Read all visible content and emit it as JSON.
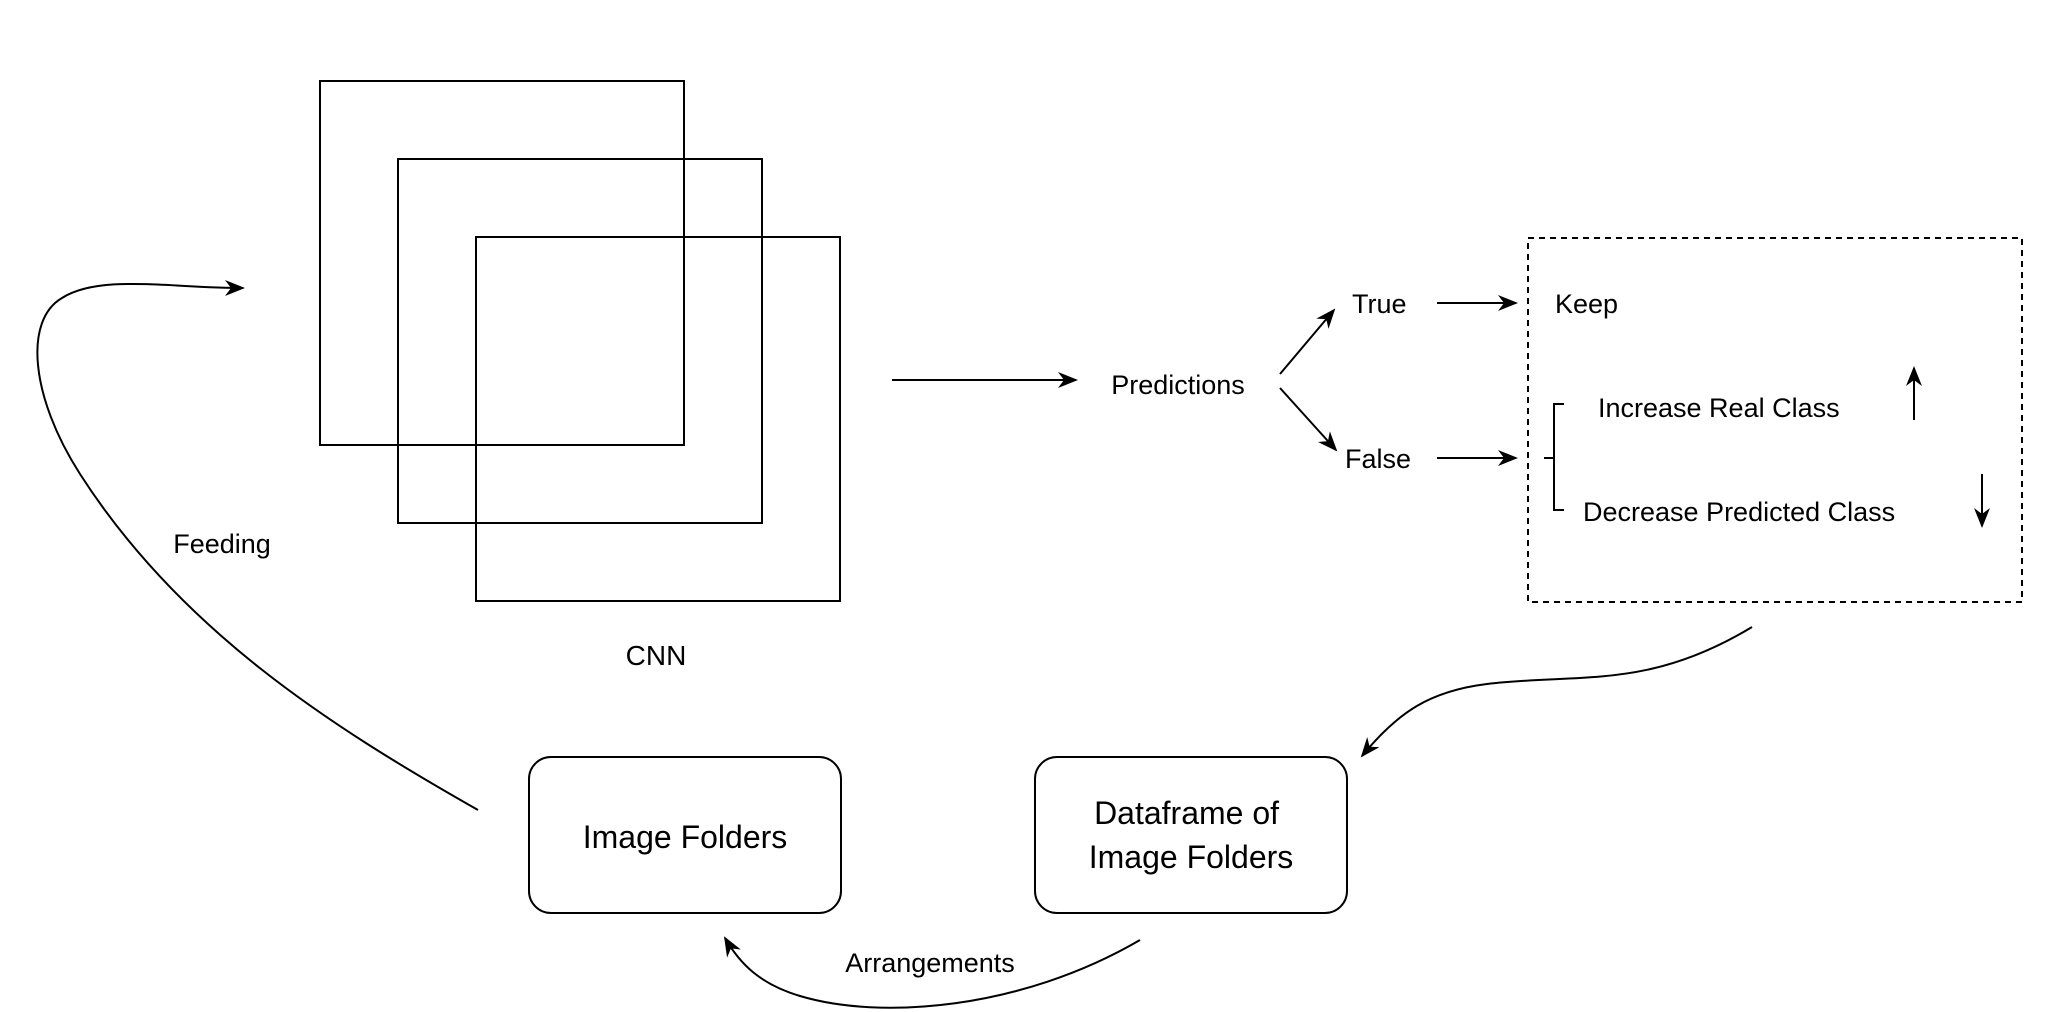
{
  "nodes": {
    "cnn": {
      "label": "CNN"
    },
    "predictions": {
      "label": "Predictions"
    },
    "true_branch": {
      "label": "True"
    },
    "false_branch": {
      "label": "False"
    },
    "keep": {
      "label": "Keep"
    },
    "increase": {
      "label": "Increase Real Class"
    },
    "decrease": {
      "label": "Decrease Predicted Class"
    },
    "dataframe": {
      "lines": [
        "Dataframe of",
        "Image Folders"
      ]
    },
    "image_folders": {
      "label": "Image Folders"
    }
  },
  "edges": {
    "arrangements": {
      "label": "Arrangements"
    },
    "feeding": {
      "label": "Feeding"
    }
  },
  "style": {
    "stroke": "#000000",
    "background": "#ffffff"
  }
}
